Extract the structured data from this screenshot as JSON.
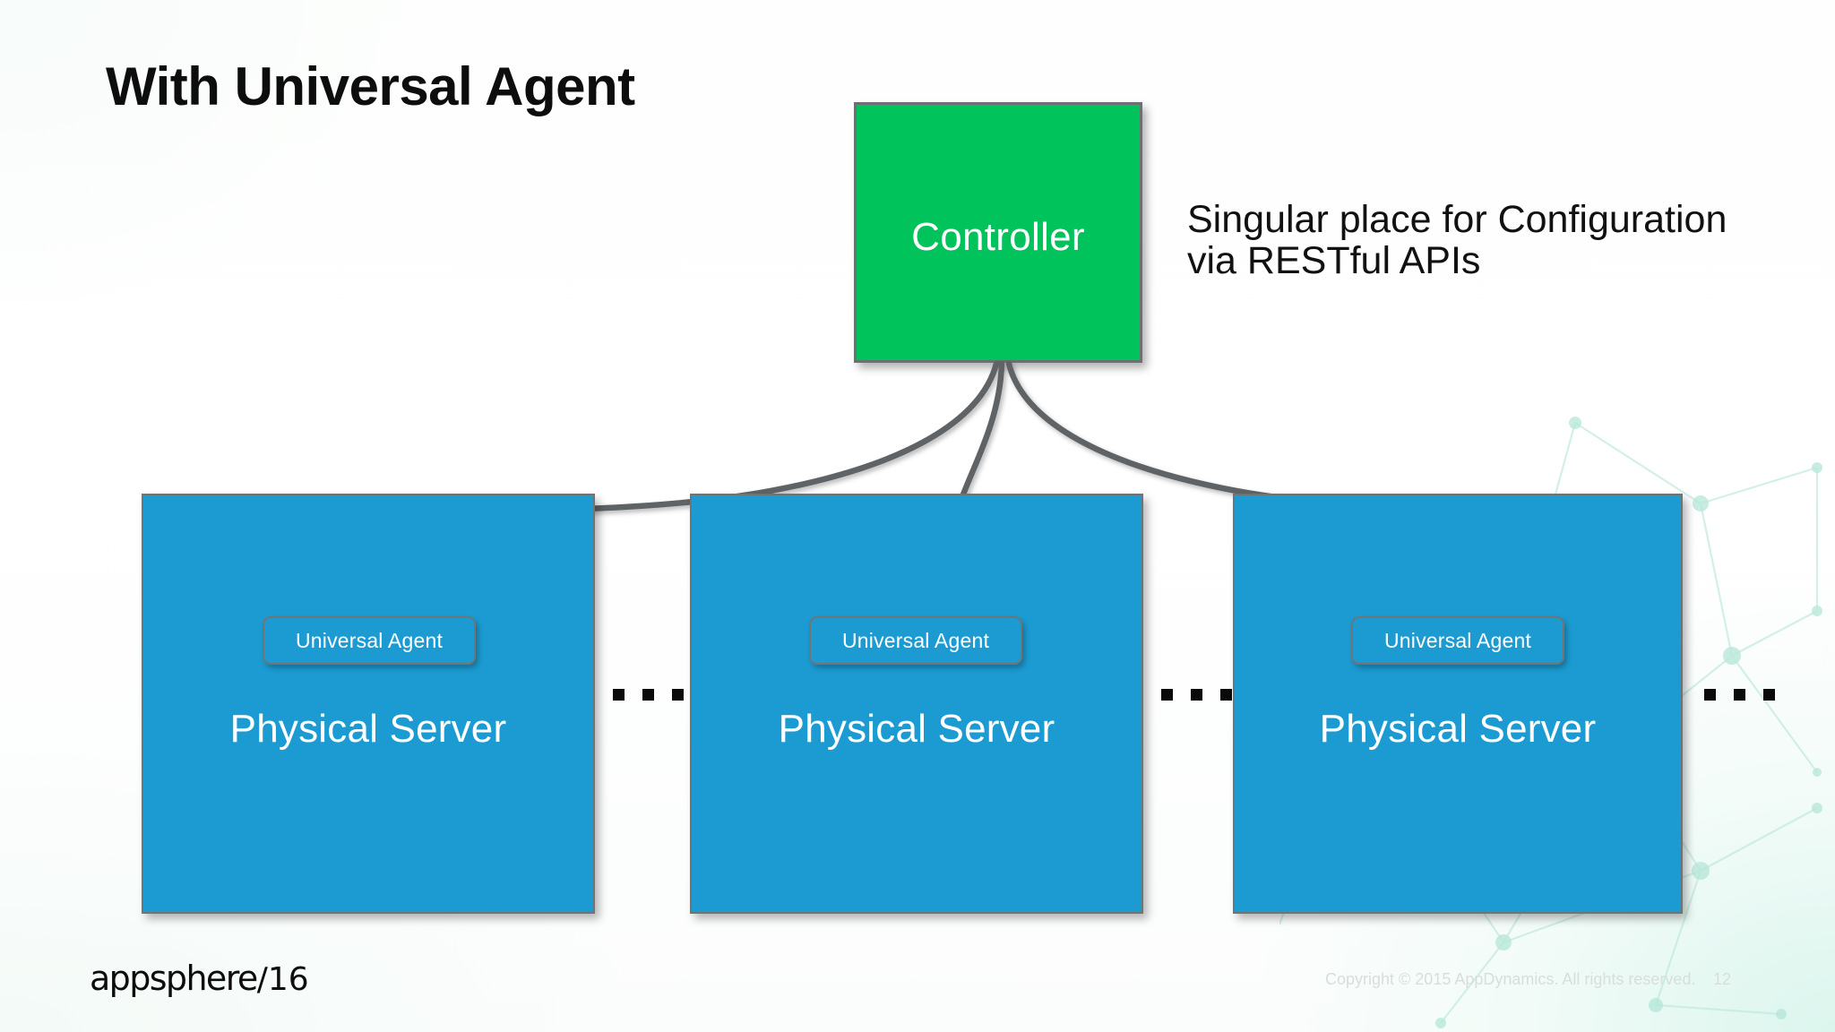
{
  "slide": {
    "title": "With Universal Agent",
    "page_number": "12",
    "copyright": "Copyright © 2015 AppDynamics. All rights reserved.",
    "logo_mark": "appsphere",
    "logo_year": "/16"
  },
  "controller": {
    "label": "Controller",
    "color": "#00C35B",
    "border_color": "#6C7073"
  },
  "side_note": {
    "line1": "Singular place for Configuration",
    "line2": "via RESTful APIs"
  },
  "servers": [
    {
      "name": "Physical Server",
      "agent_label": "Universal Agent"
    },
    {
      "name": "Physical Server",
      "agent_label": "Universal Agent"
    },
    {
      "name": "Physical Server",
      "agent_label": "Universal Agent"
    }
  ],
  "server_style": {
    "color": "#1B9BD1",
    "border_color": "#6F7577"
  },
  "ellipsis": {
    "glyph": "..."
  },
  "connectors": {
    "color": "#5E6366",
    "count": 3,
    "source": "controller-bottom",
    "targets": [
      "agent-badge-1",
      "agent-badge-2",
      "agent-badge-3"
    ]
  }
}
